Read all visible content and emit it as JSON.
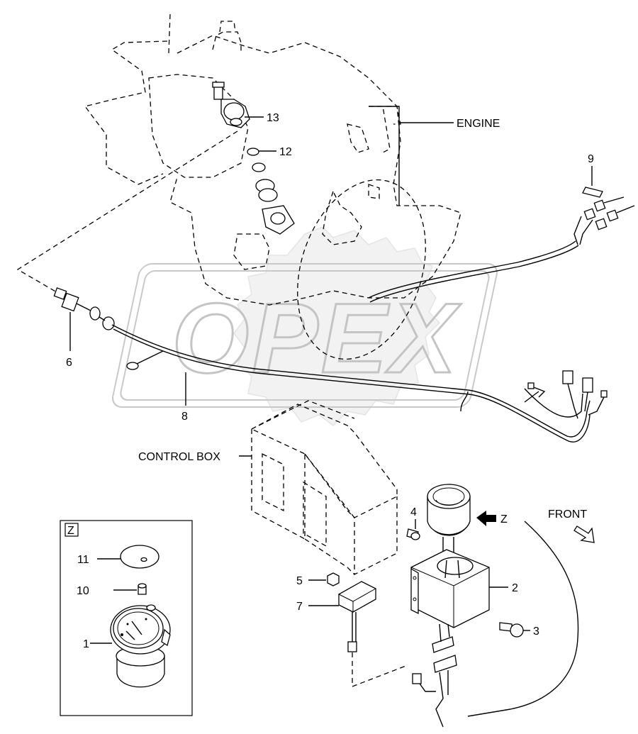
{
  "labels": {
    "engine": "ENGINE",
    "control_box": "CONTROL BOX",
    "front": "FRONT",
    "view_z": "Z",
    "detail_z": "Z",
    "watermark": "OPEX"
  },
  "callouts": [
    "1",
    "2",
    "3",
    "4",
    "5",
    "6",
    "7",
    "8",
    "9",
    "10",
    "11",
    "12",
    "13"
  ]
}
